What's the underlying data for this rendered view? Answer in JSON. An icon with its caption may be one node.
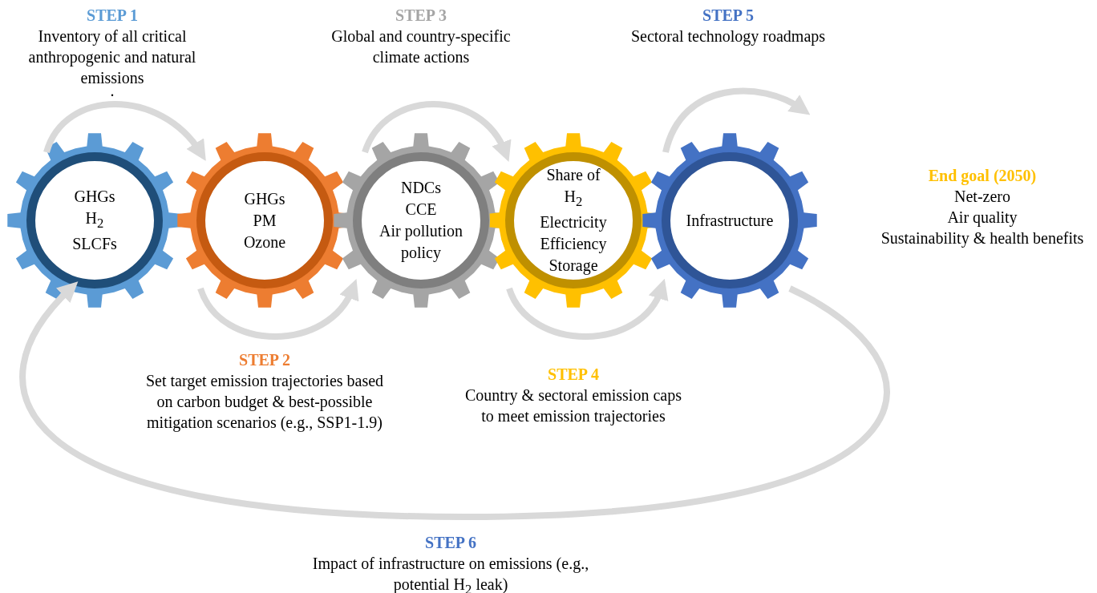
{
  "diagram": {
    "nodes": [
      {
        "text": [
          "GHGs",
          "H$_{2}$",
          "SLCFs"
        ]
      },
      {
        "text": [
          "GHGs",
          "PM",
          "Ozone"
        ]
      },
      {
        "text": [
          "NDCs",
          "CCE",
          "Air pollution policy"
        ]
      },
      {
        "text": [
          "Share of",
          "H$_{2}$",
          "Electricity",
          "Efficiency",
          "Storage"
        ]
      },
      {
        "text": [
          "Infrastructure"
        ]
      }
    ],
    "edges": [
      {
        "from": 0,
        "to": 1,
        "arrow": "to"
      },
      {
        "from": 1,
        "to": 2,
        "arrow": "to"
      },
      {
        "from": 2,
        "to": 3,
        "arrow": "to"
      },
      {
        "from": 3,
        "to": 4,
        "arrow": "to"
      },
      {
        "from": 4,
        "to": null,
        "arrow": "to"
      },
      {
        "from": 4,
        "to": 0,
        "arrow": "to"
      }
    ],
    "labels": [
      "STEP 1",
      "Inventory of all critical anthropogenic and natural emissions",
      ".",
      "STEP 3",
      "Global and country-specific climate actions",
      "STEP 5",
      "Sectoral technology roadmaps",
      "End goal (2050)",
      "Net-zero",
      "Air quality",
      "Sustainability & health benefits",
      "STEP 2",
      "Set target emission trajectories based on carbon budget & best-possible mitigation scenarios (e.g., SSP1-1.9)",
      "STEP 4",
      "Country & sectoral emission caps to meet emission trajectories",
      "STEP 6",
      "Impact of infrastructure on emissions (e.g., potential H$_{2}$ leak)"
    ]
  }
}
